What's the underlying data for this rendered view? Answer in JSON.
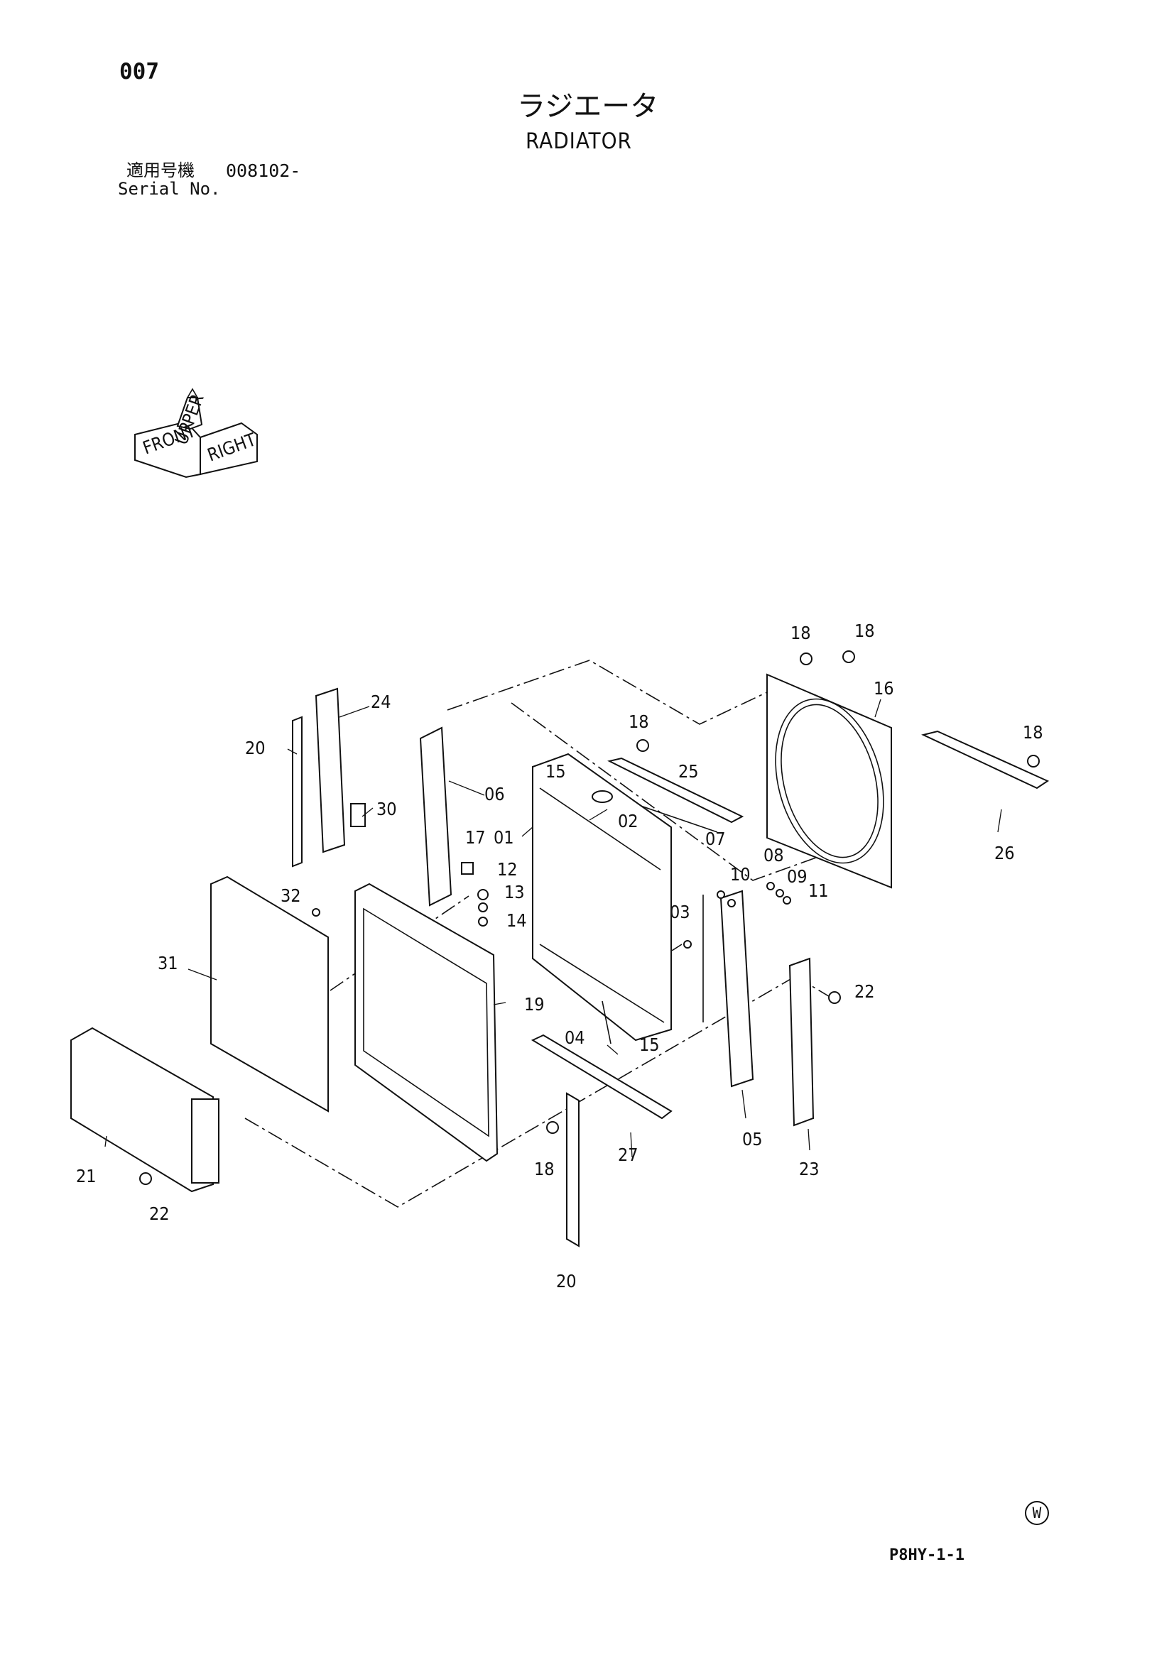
{
  "page_number": "007",
  "title_jp": "ラジエータ",
  "title_en": "RADIATOR",
  "serial": {
    "label_jp": "適用号機",
    "value": "008102-",
    "label_en": "Serial No."
  },
  "direction_icon": {
    "labels": [
      "FRONT",
      "RIGHT",
      "UPPER"
    ]
  },
  "callouts": [
    "01",
    "02",
    "03",
    "04",
    "05",
    "06",
    "07",
    "08",
    "09",
    "10",
    "11",
    "12",
    "13",
    "14",
    "15",
    "15",
    "16",
    "17",
    "18",
    "18",
    "18",
    "18",
    "18",
    "19",
    "20",
    "20",
    "21",
    "22",
    "22",
    "23",
    "24",
    "25",
    "26",
    "27",
    "30",
    "31",
    "32"
  ],
  "drawing_code": "P8HY-1-1",
  "watermark": "W"
}
